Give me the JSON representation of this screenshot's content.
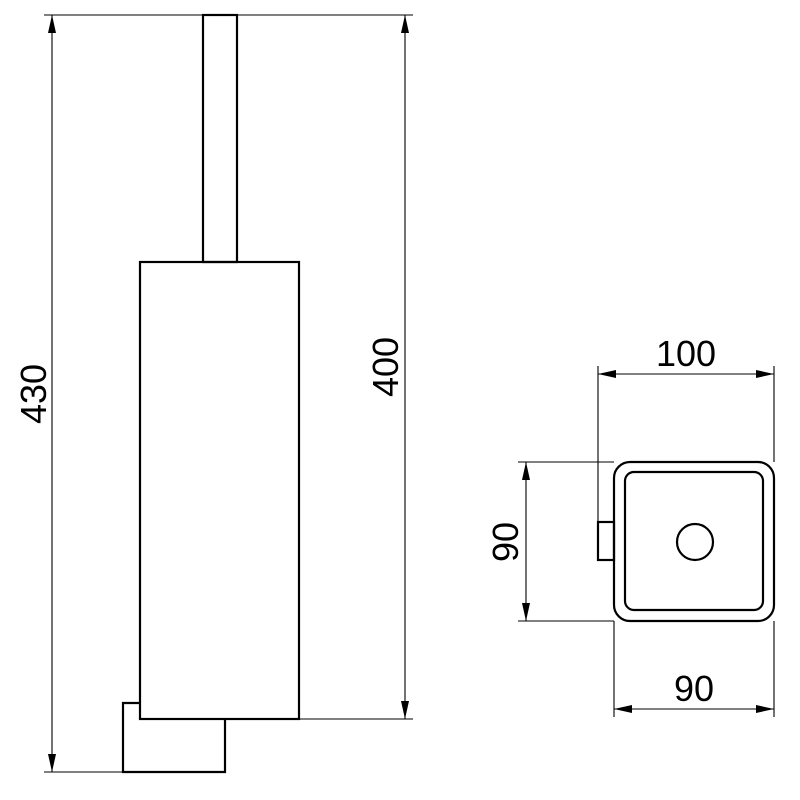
{
  "dimensions": {
    "total_height": "430",
    "holder_height": "400",
    "overall_width": "100",
    "depth": "90",
    "body_width": "90"
  }
}
